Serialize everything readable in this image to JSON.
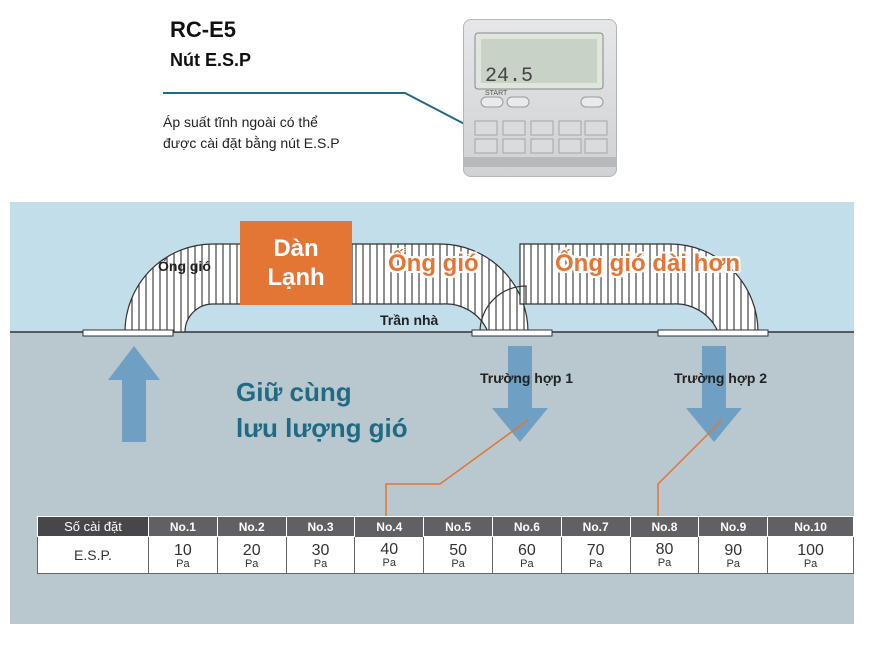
{
  "header": {
    "title": "RC-E5",
    "subtitle": "Nút E.S.P",
    "description_line1": "Áp suất tĩnh ngoài có thể",
    "description_line2": "được cài đặt bằng nút E.S.P"
  },
  "remote": {
    "screen_text_1": "24.5",
    "screen_text_2": "START",
    "icon": "remote-controller-icon"
  },
  "scene": {
    "unit_line1": "Dàn",
    "unit_line2": "Lạnh",
    "duct_left_label": "Ống gió",
    "duct_mid_label": "Ống gió",
    "duct_right_label": "Ống gió dài hơn",
    "ceiling_label": "Trần nhà",
    "case1_label": "Trường hợp 1",
    "case2_label": "Trường hợp 2",
    "keep_line1": "Giữ cùng",
    "keep_line2": "lưu lượng gió"
  },
  "table": {
    "row1_header": "Số cài đặt",
    "row2_header": "E.S.P.",
    "columns": [
      {
        "no": "No.1",
        "value": "10",
        "unit": "Pa"
      },
      {
        "no": "No.2",
        "value": "20",
        "unit": "Pa"
      },
      {
        "no": "No.3",
        "value": "30",
        "unit": "Pa"
      },
      {
        "no": "No.4",
        "value": "40",
        "unit": "Pa"
      },
      {
        "no": "No.5",
        "value": "50",
        "unit": "Pa"
      },
      {
        "no": "No.6",
        "value": "60",
        "unit": "Pa"
      },
      {
        "no": "No.7",
        "value": "70",
        "unit": "Pa"
      },
      {
        "no": "No.8",
        "value": "80",
        "unit": "Pa"
      },
      {
        "no": "No.9",
        "value": "90",
        "unit": "Pa"
      },
      {
        "no": "No.10",
        "value": "100",
        "unit": "Pa"
      }
    ]
  },
  "colors": {
    "accent_orange": "#e37535",
    "text_teal": "#1f6b84",
    "arrow_blue": "#6f9fc3",
    "sky": "#c3deeb",
    "room": "#b9c7cf"
  }
}
